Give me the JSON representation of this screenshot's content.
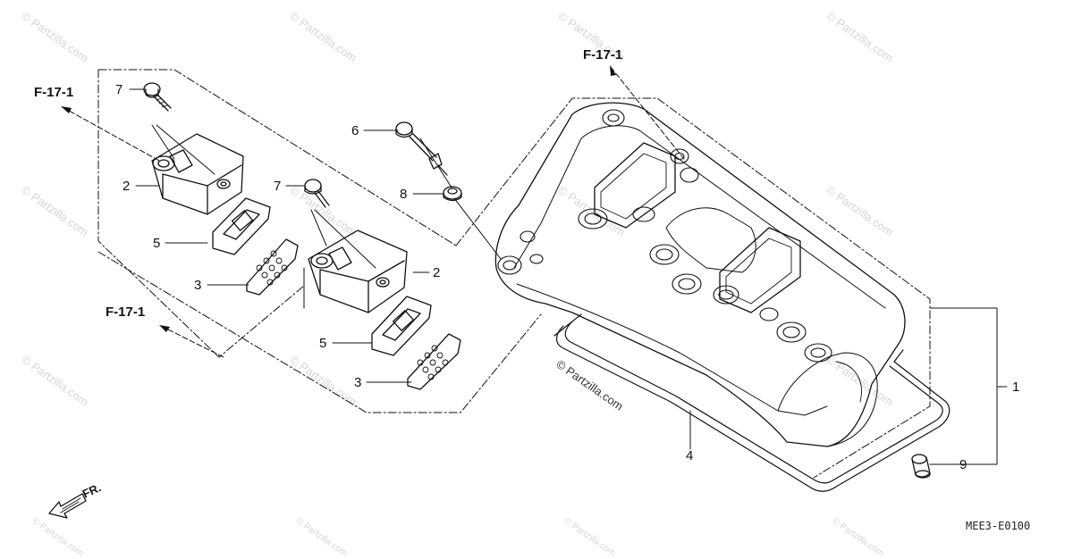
{
  "diagram": {
    "watermark": "© Partzilla.com",
    "diagram_code": "MEE3-E0100",
    "direction_label": "FR.",
    "reference_label": "F-17-1",
    "callouts": [
      {
        "id": "c7a",
        "text": "7"
      },
      {
        "id": "c2a",
        "text": "2"
      },
      {
        "id": "c5a",
        "text": "5"
      },
      {
        "id": "c3a",
        "text": "3"
      },
      {
        "id": "c6",
        "text": "6"
      },
      {
        "id": "c8",
        "text": "8"
      },
      {
        "id": "c7b",
        "text": "7"
      },
      {
        "id": "c2b",
        "text": "2"
      },
      {
        "id": "c5b",
        "text": "5"
      },
      {
        "id": "c3b",
        "text": "3"
      },
      {
        "id": "c4",
        "text": "4"
      },
      {
        "id": "c1",
        "text": "1"
      },
      {
        "id": "c9",
        "text": "9"
      }
    ]
  }
}
